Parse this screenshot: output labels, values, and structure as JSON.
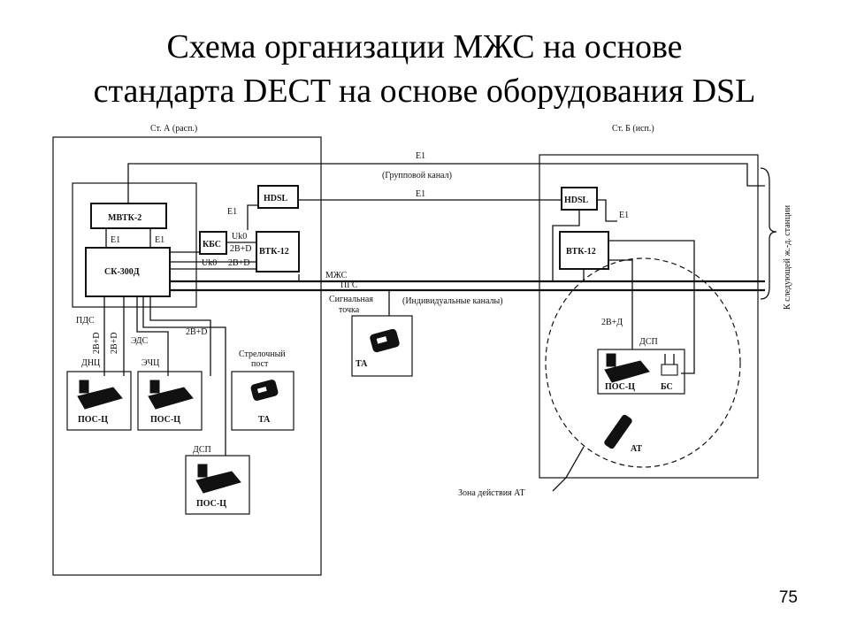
{
  "title": {
    "line1": "Схема организации МЖС на основе",
    "line2": "стандарта DECT на основе оборудования DSL"
  },
  "page_number": "75",
  "diagram": {
    "station_a": "Ст. А (расп.)",
    "station_b": "Ст. Б (исп.)",
    "e1_top": "E1",
    "group_channel": "(Групповой канал)",
    "e1_second": "E1",
    "mvtk2": "МВТК-2",
    "hdsl_a": "HDSL",
    "hdsl_b": "HDSL",
    "e1_hdsl_a": "E1",
    "e1_hdsl_b": "E1",
    "e1_left": "E1",
    "e1_right": "E1",
    "kbs": "КБС",
    "uk0_top": "Uk0",
    "two_b_d_1": "2В+D",
    "uk0_bottom": "Uk0",
    "two_b_d_2": "2В+D",
    "vtk12_a": "ВТК-12",
    "vtk12_b": "ВТК-12",
    "sk300d": "СК-300Д",
    "mzhs": "МЖС",
    "pgs": "ПГС",
    "signal_point_1": "Сигнальная",
    "signal_point_2": "точка",
    "individual_channels": "(Индивидуальные каналы)",
    "pds": "ПДС",
    "eds": "ЭДС",
    "two_b_d_pds1": "2В+D",
    "two_b_d_pds2": "2В+D",
    "two_b_d_eds": "2В+D",
    "dnc": "ДНЦ",
    "ehc": "ЭЧЦ",
    "pos_c_1": "ПОС-Ц",
    "pos_c_2": "ПОС-Ц",
    "switch_post_1": "Стрелочный",
    "switch_post_2": "пост",
    "ta_switch": "ТА",
    "ta_signal": "ТА",
    "dsp_a": "ДСП",
    "pos_c_a": "ПОС-Ц",
    "two_b_d_b": "2В+Д",
    "dsp_b": "ДСП",
    "pos_c_b": "ПОС-Ц",
    "bs": "БС",
    "at": "АТ",
    "zone": "Зона действия АТ",
    "next_station": "К следующей ж.-д. станции"
  }
}
